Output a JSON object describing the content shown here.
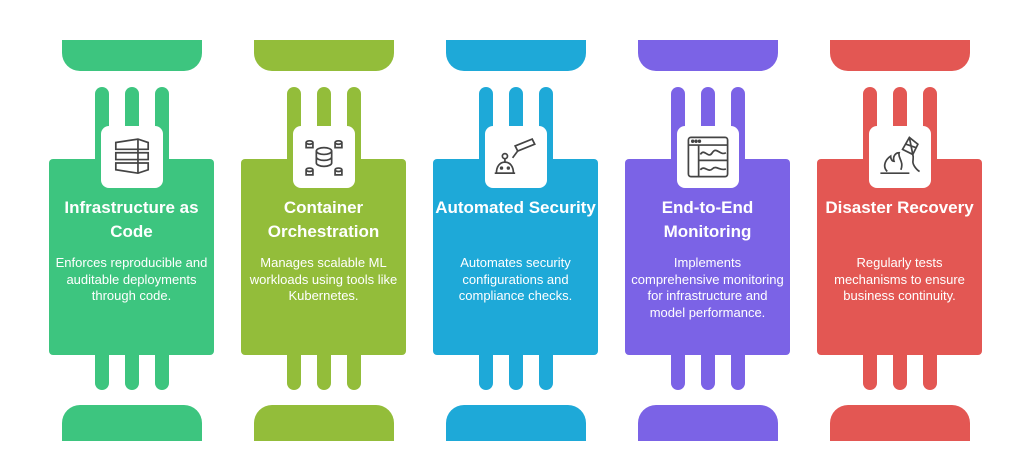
{
  "cards": [
    {
      "title": "Infrastructure as Code",
      "description": "Enforces reproducible and auditable deployments through code.",
      "icon": "server-stack-icon",
      "color": "#3dc57f"
    },
    {
      "title": "Container Orchestration",
      "description": "Manages scalable ML workloads using tools like Kubernetes.",
      "icon": "database-network-icon",
      "color": "#93bd3a"
    },
    {
      "title": "Automated Security",
      "description": "Automates security configurations and compliance checks.",
      "icon": "security-camera-robot-icon",
      "color": "#1ea9d8"
    },
    {
      "title": "End-to-End Monitoring",
      "description": "Implements comprehensive monitoring for infrastructure and model performance.",
      "icon": "monitoring-dashboard-icon",
      "color": "#7b63e6"
    },
    {
      "title": "Disaster Recovery",
      "description": "Regularly tests mechanisms to ensure business continuity.",
      "icon": "fire-kite-icon",
      "color": "#e35753"
    }
  ]
}
